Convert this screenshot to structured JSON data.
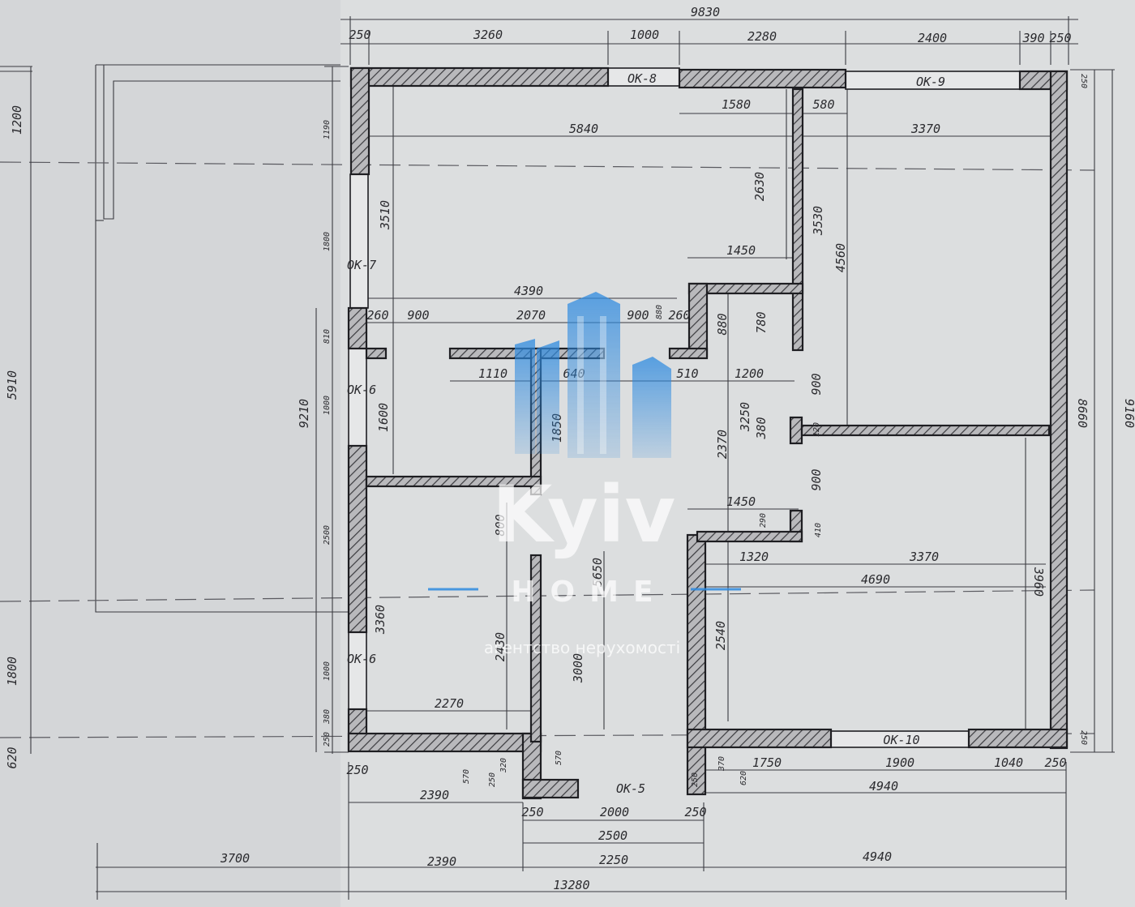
{
  "plan": {
    "top_overall": "9830",
    "top_chain": [
      "250",
      "3260",
      "1000",
      "2280",
      "2400",
      "390",
      "250"
    ],
    "openings": {
      "ok8": "ОК-8",
      "ok9": "ОК-9",
      "ok7": "ОК-7",
      "ok6a": "ОК-6",
      "ok6b": "ОК-6",
      "ok5": "ОК-5",
      "ok10": "ОК-10"
    },
    "left_outer": [
      "1200",
      "5910",
      "1800",
      "620"
    ],
    "left_inner_total": "9210",
    "left_inner": [
      "1190",
      "1800",
      "810",
      "1000",
      "2500",
      "1000",
      "380",
      "250"
    ],
    "right_outer": [
      "9160",
      "8660",
      "250",
      "250"
    ],
    "interior": {
      "d5840": "5840",
      "d1580": "1580",
      "d580": "580",
      "d3370a": "3370",
      "d3510": "3510",
      "d2630": "2630",
      "d3530": "3530",
      "d4560": "4560",
      "d1450a": "1450",
      "d4390": "4390",
      "d260a": "260",
      "d900a": "900",
      "d2070": "2070",
      "d900b": "900",
      "d880a": "880",
      "d260b": "260",
      "d880b": "880",
      "d780": "780",
      "d1110": "1110",
      "d640": "640",
      "d510": "510",
      "d1200": "1200",
      "d1600": "1600",
      "d1850": "1850",
      "d3250": "3250",
      "d2370": "2370",
      "d380": "380",
      "d900c": "900",
      "d120": "120",
      "d900d": "900",
      "d1450b": "1450",
      "d290": "290",
      "d410": "410",
      "d800": "800",
      "d1320": "1320",
      "d3370b": "3370",
      "d4690": "4690",
      "d3960": "3960",
      "d3360": "3360",
      "d5650": "5650",
      "d2540": "2540",
      "d2430": "2430",
      "d3000": "3000",
      "d2270": "2270"
    },
    "bottom": {
      "b250a": "250",
      "b570a": "570",
      "b250b": "250",
      "b320": "320",
      "b570b": "570",
      "b2390a": "2390",
      "b250c": "250",
      "b2000": "2000",
      "b250d": "250",
      "b2500": "2500",
      "b250e": "250",
      "b370": "370",
      "b620": "620",
      "b1750": "1750",
      "b1900": "1900",
      "b1040": "1040",
      "b250f": "250",
      "b4940a": "4940",
      "b3700": "3700",
      "b2390b": "2390",
      "b2250": "2250",
      "b4940b": "4940",
      "b13280": "13280"
    }
  },
  "watermark": {
    "brand": "Kyiv",
    "sub": "HOME",
    "tagline": "агентство нерухомості",
    "color": "#2f8be0"
  }
}
